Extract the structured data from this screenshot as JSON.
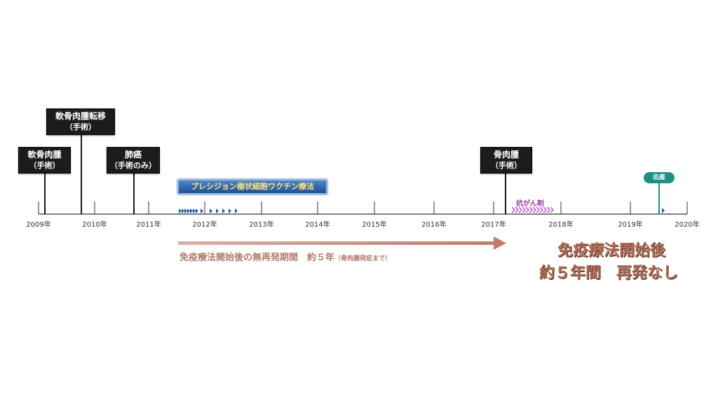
{
  "timeline": {
    "years": [
      "2009年",
      "2010年",
      "2011年",
      "2012年",
      "2013年",
      "2014年",
      "2015年",
      "2016年",
      "2017年",
      "2018年",
      "2019年",
      "2020年"
    ]
  },
  "events": [
    {
      "id": "event-soft-tissue-sarcoma",
      "title": "軟骨肉腫",
      "sub": "（手術）"
    },
    {
      "id": "event-metastasis",
      "title": "軟骨肉腫転移",
      "sub": "（手術）"
    },
    {
      "id": "event-lung-cancer",
      "title": "肺癌",
      "sub": "（手術のみ）"
    },
    {
      "id": "event-bone-sarcoma",
      "title": "骨肉腫",
      "sub": "（手術）"
    }
  ],
  "therapy": {
    "label": "プレシジョン樹状細胞ワクチン療法"
  },
  "anticancer": {
    "label": "抗がん剤"
  },
  "birth": {
    "label": "出産"
  },
  "caption": {
    "main": "免疫療法開始後の無再発期間　約５年",
    "note": "（骨肉腫発症まで）"
  },
  "result": {
    "line1": "免疫療法開始後",
    "line2": "約５年間　再発なし"
  },
  "colors": {
    "therapy_blue": "#2459b0",
    "anticancer_purple": "#b05ac6",
    "arrow": "#c99080",
    "birth_teal": "#1d8f86",
    "axis": "#555555"
  }
}
